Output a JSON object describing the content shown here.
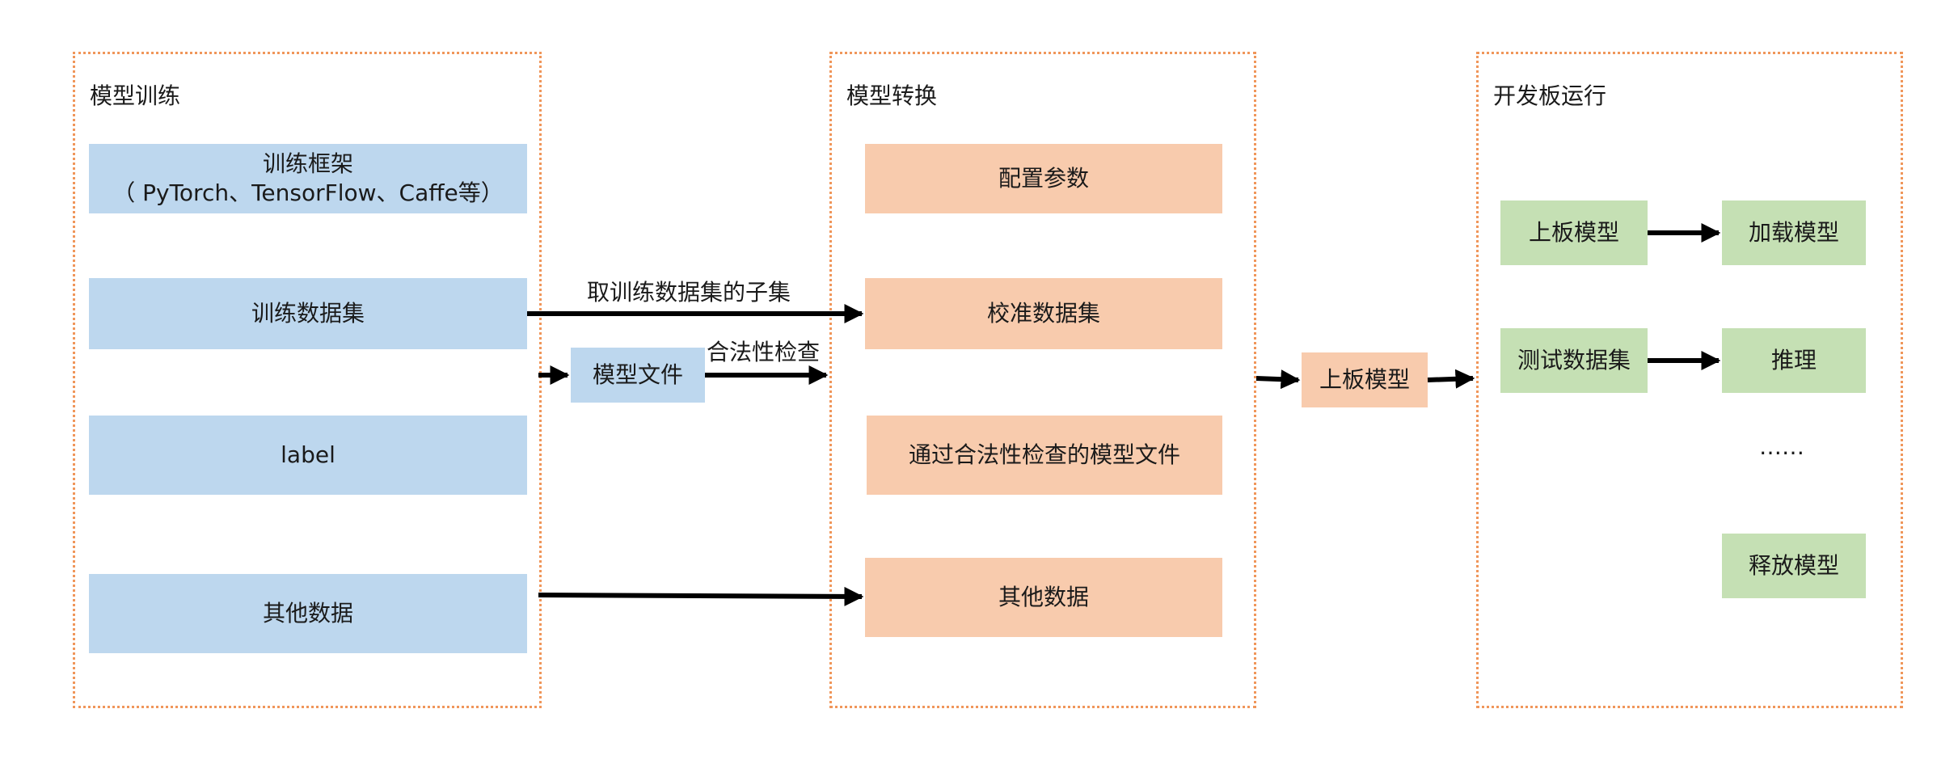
{
  "panels": {
    "training": {
      "title": "模型训练"
    },
    "conversion": {
      "title": "模型转换"
    },
    "board": {
      "title": "开发板运行"
    }
  },
  "training": {
    "framework_line1": "训练框架",
    "framework_line2": "（ PyTorch、TensorFlow、Caffe等）",
    "dataset": "训练数据集",
    "label": "label",
    "other": "其他数据"
  },
  "model_file": "模型文件",
  "conversion": {
    "config": "配置参数",
    "calibration": "校准数据集",
    "validated_model": "通过合法性检查的模型文件",
    "other": "其他数据"
  },
  "upload_model": "上板模型",
  "board": {
    "upload_model": "上板模型",
    "load_model": "加载模型",
    "test_dataset": "测试数据集",
    "inference": "推理",
    "ellipsis": "……",
    "release_model": "释放模型"
  },
  "edge_labels": {
    "subset": "取训练数据集的子集",
    "validity_check": "合法性检查"
  },
  "colors": {
    "panel_border": "#f0965a",
    "blue_box": "#bdd7ee",
    "orange_box": "#f8cbad",
    "green_box": "#c5e0b4",
    "arrow": "#000000"
  }
}
